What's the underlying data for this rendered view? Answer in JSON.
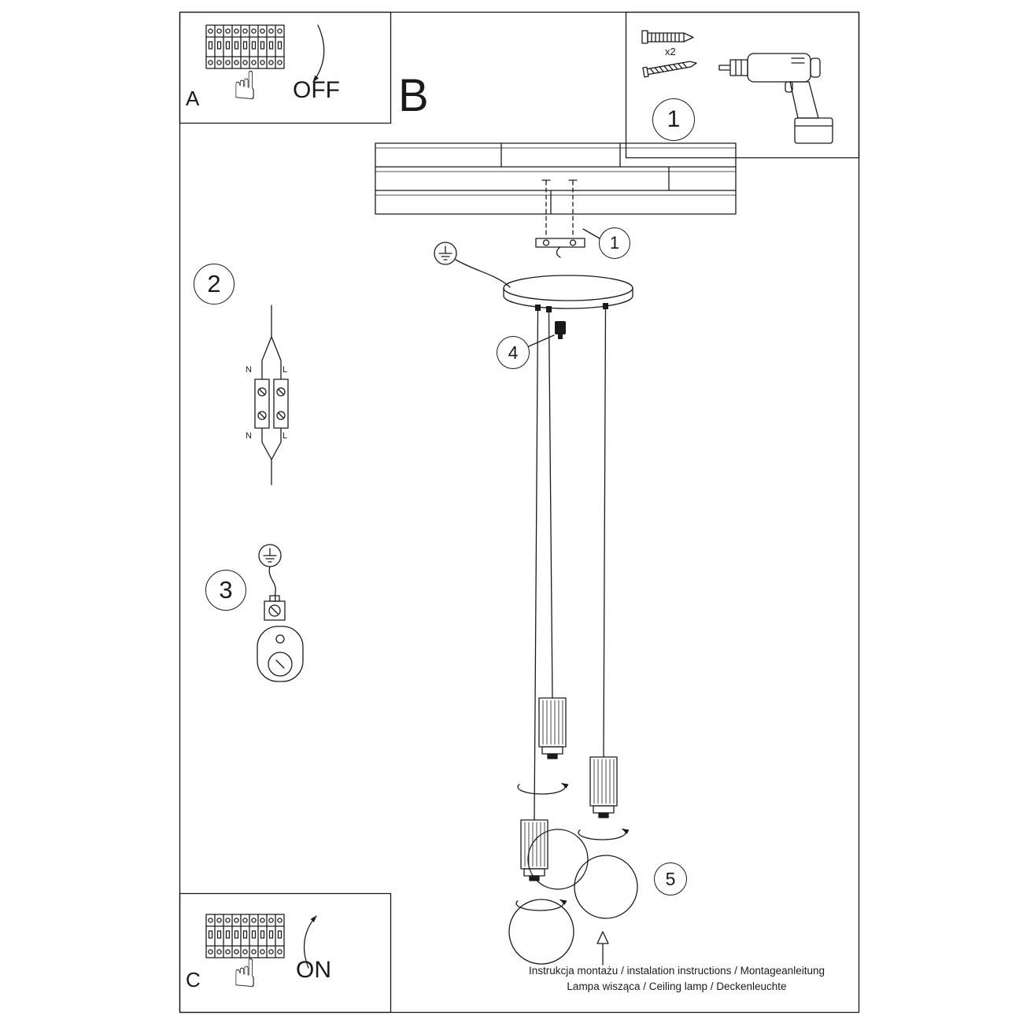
{
  "document": {
    "footer_line1": "Instrukcja montażu / instalation instructions / Montageanleitung",
    "footer_line2": "Lampa wisząca / Ceiling lamp / Deckenleuchte"
  },
  "panel_a": {
    "label": "A",
    "state": "OFF"
  },
  "panel_b": {
    "label": "B"
  },
  "panel_c": {
    "label": "C",
    "state": "ON"
  },
  "kit": {
    "badge": "1",
    "dowel_qty": "x2"
  },
  "callouts": {
    "bracket": "1",
    "wiring": "2",
    "earth": "3",
    "grip": "4",
    "bulb": "5"
  },
  "wiring": {
    "n_top": "N",
    "l_top": "L",
    "n_bottom": "N",
    "l_bottom": "L"
  },
  "icons": {
    "hand": "☝"
  }
}
